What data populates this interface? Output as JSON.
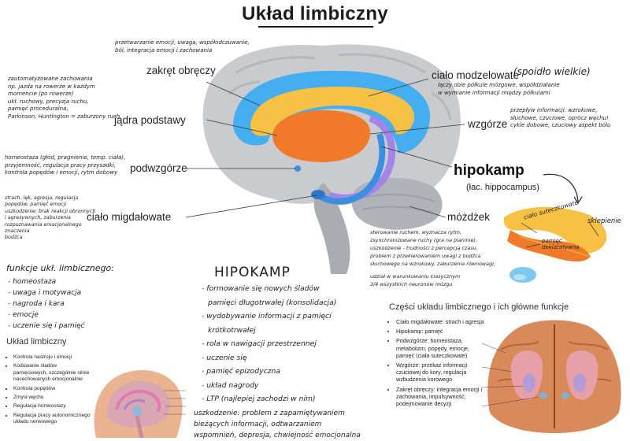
{
  "title": "Układ limbiczny",
  "brain_labels": {
    "zakret_obrecy": "zakręt obręczy",
    "jadra_podstawy": "jądra podstawy",
    "podwzgorze": "podwzgórze",
    "cialo_migdalowate": "ciało migdałowate",
    "cialo_modzelowate": "ciało modzelowate",
    "cialo_modzelowate_note": "(spoidło wielkie)",
    "wzgorze": "wzgórze",
    "hipokamp": "hipokamp",
    "hipokamp_latin": "(łac. hippocampus)",
    "mozdzek": "móżdżek"
  },
  "notes": {
    "zakret_obrecy": [
      "przetwarzanie emocji, uwaga, współodczuwanie,",
      "ból, integracja emocji i zachowania"
    ],
    "jadra_podstawy": [
      "zautomatyzowane zachowania",
      "np. jazda na rowerze w każdym",
      "momencie (po rowerze)",
      "ukł. ruchowy, precyzja ruchu,",
      "pamięć proceduralna,",
      "Parkinson, Huntington = zaburzony ruch"
    ],
    "podwzgorze": [
      "homeostaza (głód, pragnienie, temp. ciała),",
      "przyjemność, regulacja pracy przysadki,",
      "kontrola popędów i emocji, rytm dobowy"
    ],
    "cialo_migdalowate": [
      "strach, lęk, agresja, regulacja",
      "popędów, pamięć emocji",
      "uszkodzenie: brak reakcji obronnych",
      "i agresywnych, zaburzenia",
      "rozpoznawania emocjonalnego znaczenia",
      "bodźca"
    ],
    "cialo_modzelowate": [
      "łączy obie półkule mózgowe, współdziałanie",
      "w wymianie informacji między półkulami"
    ],
    "wzgorze": [
      "przepływ informacji: wzrokowe,",
      "słuchowe, czuciowe, oprócz węchu!",
      "cykle dobowe, czuciowy aspekt bólu"
    ],
    "mozdzek": [
      "sterowanie ruchem, wyznacza rytm,",
      "zsynchronizowane ruchy (gra na pianinie),",
      "uszkodzenie - trudności z percepcją czasu,",
      "problem z przekierowaniem uwagi z bodźca",
      "słuchowego na wzrokowy, zaburzenia równowagi;",
      "udział w warunkowaniu klasycznym",
      "3/4 wszystkich neuronów mózgu"
    ]
  },
  "inset": {
    "cialo_suteczkowate": "ciało suteczkowate",
    "sklepienie": "sklepienie",
    "pamiec_deklaratywna": [
      "pamięć",
      "deklaratywna"
    ]
  },
  "funkcje": {
    "heading": "funkcje ukł. limbicznego:",
    "items": [
      "- homeostaza",
      "- uwaga i motywacja",
      "- nagroda i kara",
      "- emocje",
      "- uczenie się i pamięć"
    ]
  },
  "hipokamp_box": {
    "title": "HIPOKAMP",
    "items": [
      "- formowanie się nowych śladów",
      "pamięci długotrwałej (konsolidacja)",
      "- wydobywanie informacji z pamięci",
      "krótkotrwałej",
      "- rola w nawigacji przestrzennej",
      "- uczenie się",
      "- pamięć epizodyczna",
      "- układ nagrody",
      "- LTP (najlepiej zachodzi w nim)"
    ],
    "damage": [
      "uszkodzenie: problem z zapamiętywaniem",
      "bieżących informacji, odtwarzaniem",
      "wspomnień, depresja, chwiejność emocjonalna"
    ]
  },
  "left_panel": {
    "title": "Układ limbiczny",
    "items": [
      "Kontrola nastroju i emocji",
      "Kodowanie śladów pamięciowych, szczególnie silnie nacechowanych emocjonalnie",
      "Kontrola popędów",
      "Zmysł węchu",
      "Regulacja homeostazy",
      "Regulacja pracy autonomicznego układu nerwowego"
    ]
  },
  "right_panel": {
    "title": "Części układu limbicznego i ich główne funkcje",
    "items": [
      "Ciało migdałowate: strach i agresja",
      "Hipokamp: pamięć",
      "Podwzgórze: homeostaza, metabolizm, popędy, emocje, pamięć (ciała suteczkowate)",
      "Wzgórze: przekaz informacji czuciowej do kory, regulacja wzbudzenia korowego",
      "Zakręt obręczy: integracja emocji i zachowania, impulsywność, podejmowanie decyzji"
    ]
  },
  "colors": {
    "brain_gray": "#c9cbcf",
    "brain_dark": "#a9acb1",
    "cingulate_blue": "#45aef0",
    "corpus_yellow": "#f6c144",
    "basal_orange": "#f07a2a",
    "hippocampus_blue": "#3b8fe0"
  }
}
